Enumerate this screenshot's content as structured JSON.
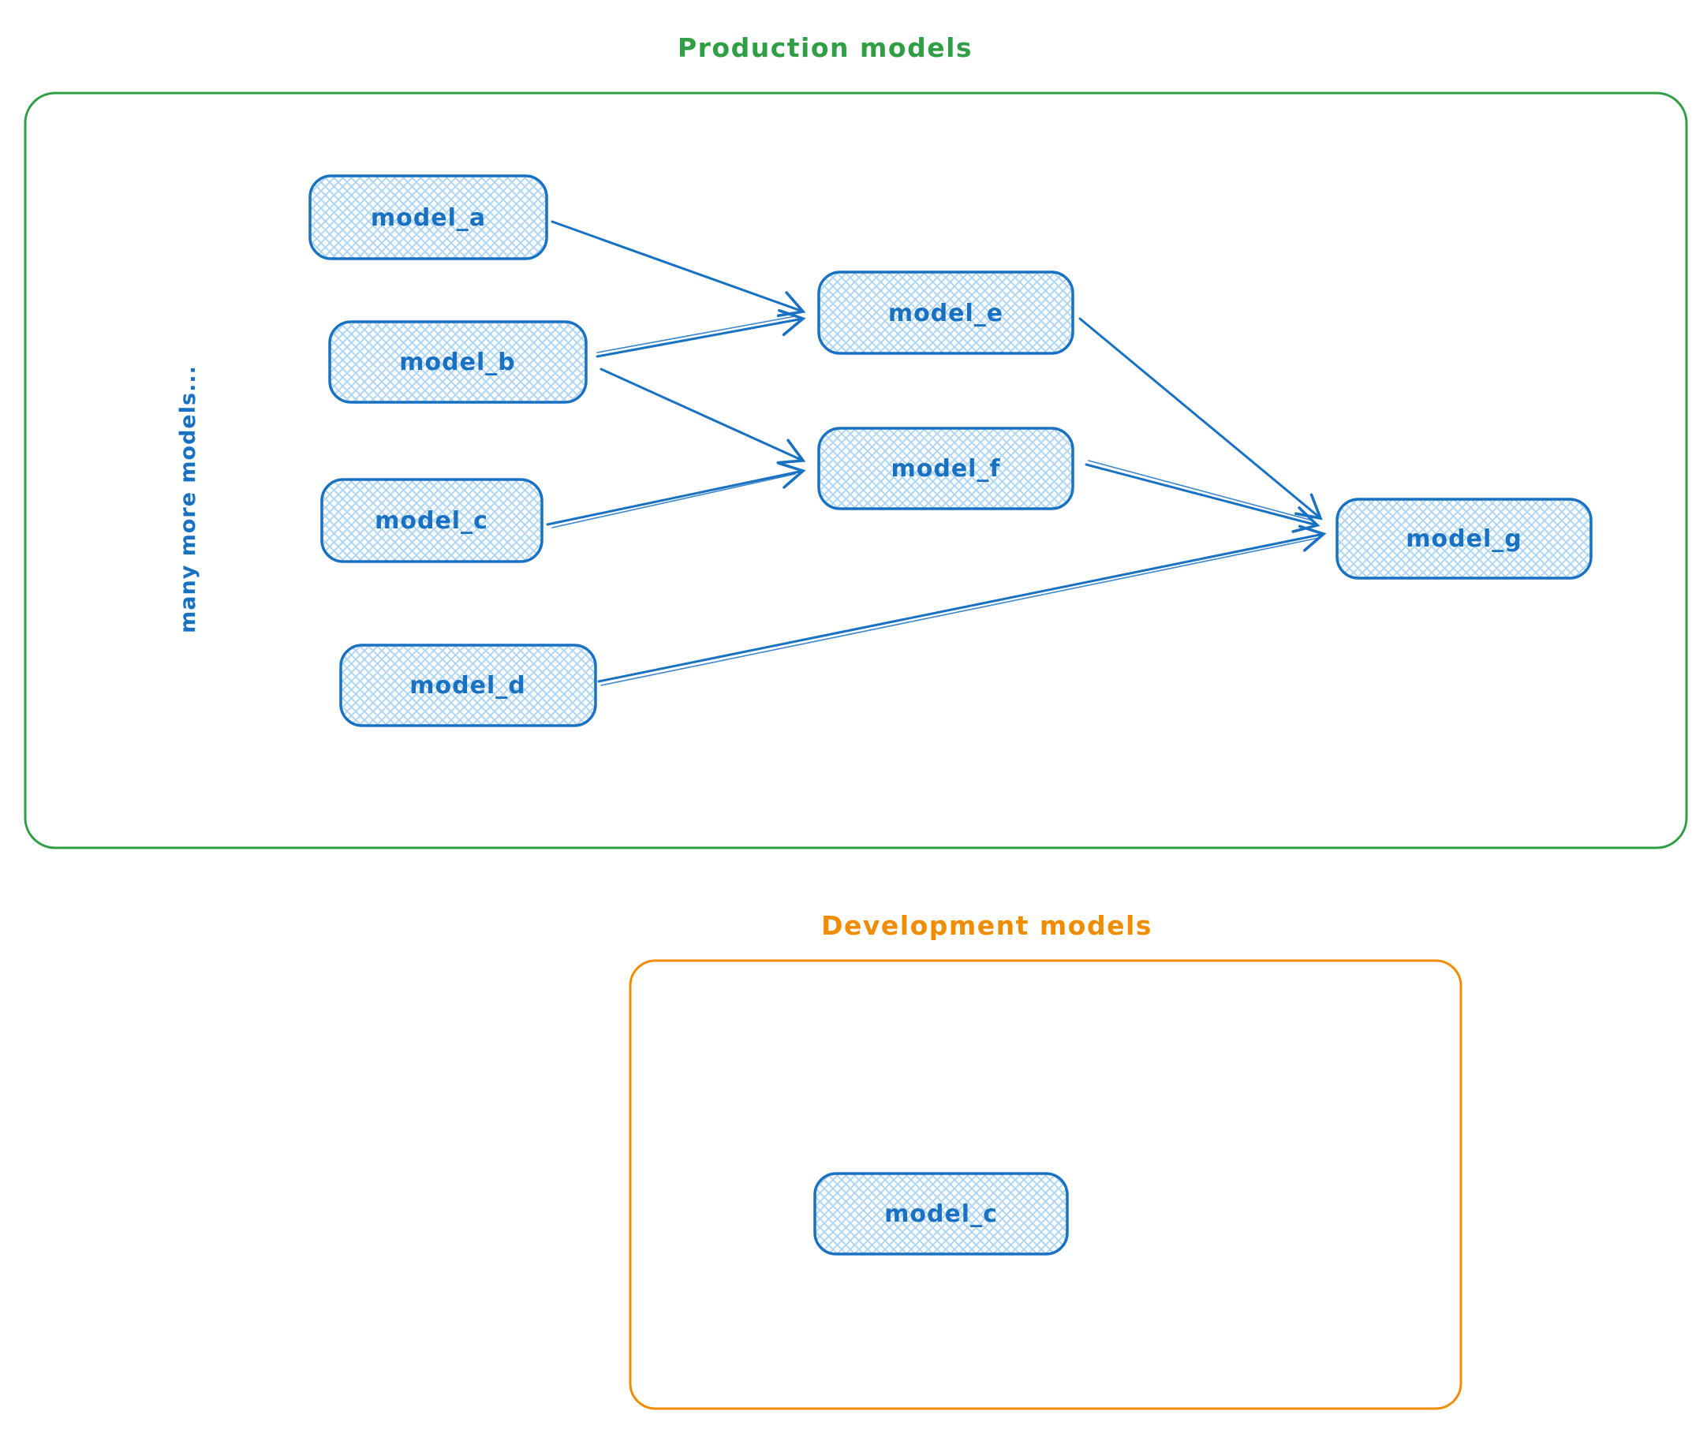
{
  "diagram": {
    "background": "#ffffff",
    "colors": {
      "node_stroke": "#1971c2",
      "node_hatch_fill": "#aed5f4",
      "production_accent": "#2f9e44",
      "development_accent": "#f08c00"
    },
    "production": {
      "title": "Production models",
      "side_note": "many more models...",
      "nodes": [
        {
          "id": "model_a",
          "label": "model_a"
        },
        {
          "id": "model_b",
          "label": "model_b"
        },
        {
          "id": "model_c",
          "label": "model_c"
        },
        {
          "id": "model_d",
          "label": "model_d"
        },
        {
          "id": "model_e",
          "label": "model_e"
        },
        {
          "id": "model_f",
          "label": "model_f"
        },
        {
          "id": "model_g",
          "label": "model_g"
        }
      ],
      "edges": [
        {
          "from": "model_a",
          "to": "model_e"
        },
        {
          "from": "model_b",
          "to": "model_e"
        },
        {
          "from": "model_b",
          "to": "model_f"
        },
        {
          "from": "model_c",
          "to": "model_f"
        },
        {
          "from": "model_e",
          "to": "model_g"
        },
        {
          "from": "model_f",
          "to": "model_g"
        },
        {
          "from": "model_d",
          "to": "model_g"
        }
      ]
    },
    "development": {
      "title": "Development models",
      "nodes": [
        {
          "id": "model_c",
          "label": "model_c"
        }
      ]
    }
  }
}
